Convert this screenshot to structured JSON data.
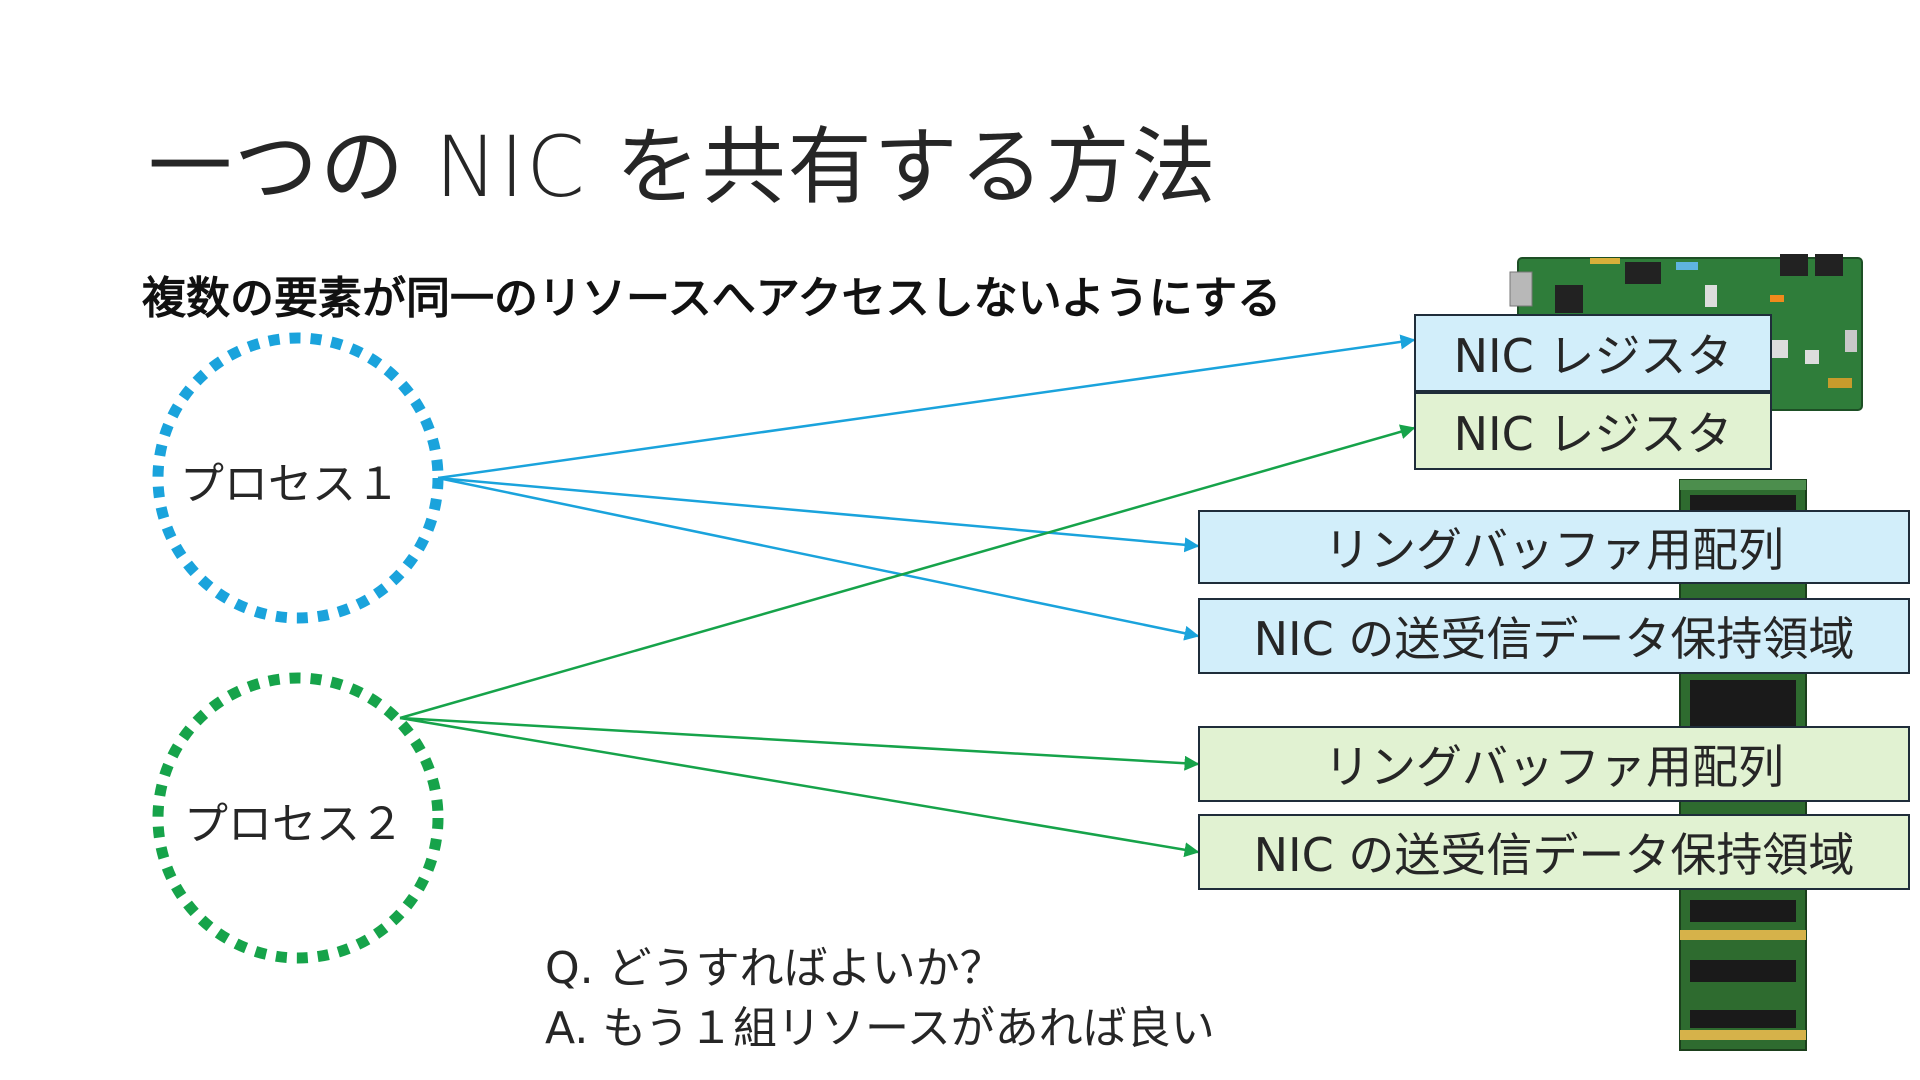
{
  "title": "一つの NIC を共有する方法",
  "subtitle": "複数の要素が同一のリソースへアクセスしないようにする",
  "processes": [
    {
      "label": "プロセス１",
      "color": "#1aa3dc"
    },
    {
      "label": "プロセス２",
      "color": "#16a34a"
    }
  ],
  "resources": {
    "nic_register_1": "NIC レジスタ",
    "nic_register_2": "NIC レジスタ",
    "ring_buffer_1": "リングバッファ用配列",
    "nic_data_1": "NIC の送受信データ保持領域",
    "ring_buffer_2": "リングバッファ用配列",
    "nic_data_2": "NIC の送受信データ保持領域"
  },
  "question": "Q. どうすればよいか？",
  "answer": "A. もう１組リソースがあれば良い",
  "colors": {
    "process1": "#1aa3dc",
    "process2": "#16a34a",
    "box_blue_fill": "#d2eefa",
    "box_green_fill": "#e1f2d2",
    "pcb_green": "#2f7d3a",
    "ram_green": "#2e6b2f"
  },
  "icons": [
    "nic-card-image",
    "memory-module-image"
  ]
}
